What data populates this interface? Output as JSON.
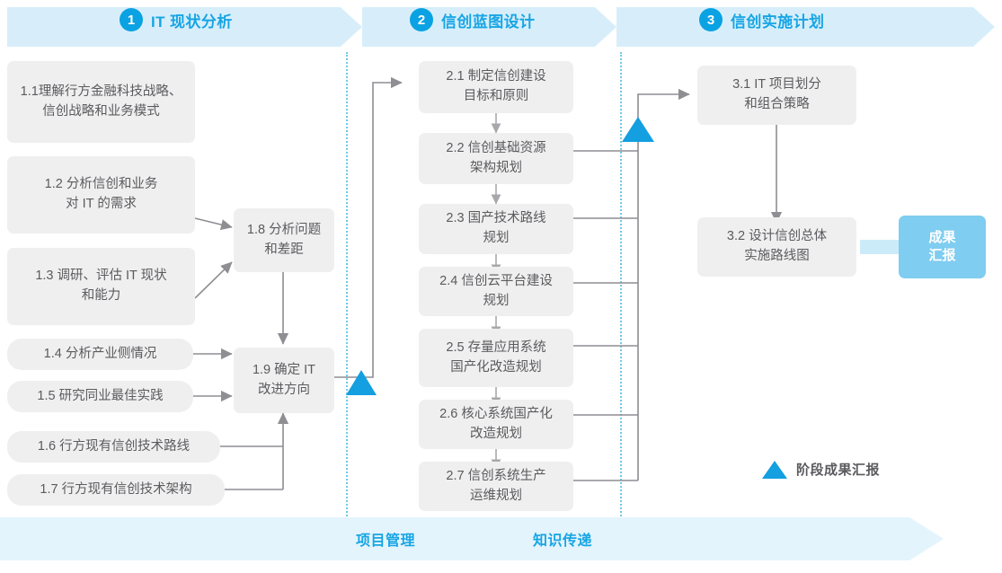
{
  "colors": {
    "accent_blue": "#17a5e4",
    "band_fill": "#d7eefa",
    "band_fill_bottom": "#e4f4fc",
    "box_fill": "#efefef",
    "box_text": "#5b5b5f",
    "result_fill": "#7fcdf0",
    "connector": "#8e8e93",
    "divider": "#6fc9e8",
    "triangle": "#139fe0"
  },
  "header": {
    "phases": [
      {
        "number": "1",
        "title": "IT 现状分析"
      },
      {
        "number": "2",
        "title": "信创蓝图设计"
      },
      {
        "number": "3",
        "title": "信创实施计划"
      }
    ]
  },
  "phase1": {
    "boxes": [
      {
        "id": "1.1",
        "label": "1.1理解行方金融科技战略、\n信创战略和业务模式"
      },
      {
        "id": "1.2",
        "label": "1.2 分析信创和业务\n对 IT 的需求"
      },
      {
        "id": "1.3",
        "label": "1.3 调研、评估 IT 现状\n和能力"
      },
      {
        "id": "1.4",
        "label": "1.4 分析产业侧情况"
      },
      {
        "id": "1.5",
        "label": "1.5 研究同业最佳实践"
      },
      {
        "id": "1.6",
        "label": "1.6 行方现有信创技术路线"
      },
      {
        "id": "1.7",
        "label": "1.7 行方现有信创技术架构"
      },
      {
        "id": "1.8",
        "label": "1.8 分析问题\n和差距"
      },
      {
        "id": "1.9",
        "label": "1.9 确定 IT\n改进方向"
      }
    ]
  },
  "phase2": {
    "boxes": [
      {
        "id": "2.1",
        "label": "2.1 制定信创建设\n目标和原则"
      },
      {
        "id": "2.2",
        "label": "2.2 信创基础资源\n架构规划"
      },
      {
        "id": "2.3",
        "label": "2.3 国产技术路线\n规划"
      },
      {
        "id": "2.4",
        "label": "2.4 信创云平台建设\n规划"
      },
      {
        "id": "2.5",
        "label": "2.5 存量应用系统\n国产化改造规划"
      },
      {
        "id": "2.6",
        "label": "2.6 核心系统国产化\n改造规划"
      },
      {
        "id": "2.7",
        "label": "2.7 信创系统生产\n运维规划"
      }
    ]
  },
  "phase3": {
    "boxes": [
      {
        "id": "3.1",
        "label": "3.1 IT 项目划分\n和组合策略"
      },
      {
        "id": "3.2",
        "label": "3.2 设计信创总体\n实施路线图"
      }
    ],
    "result": "成果\n汇报"
  },
  "legend": {
    "label": "阶段成果汇报"
  },
  "bottom": {
    "items": [
      "项目管理",
      "知识传递"
    ]
  }
}
